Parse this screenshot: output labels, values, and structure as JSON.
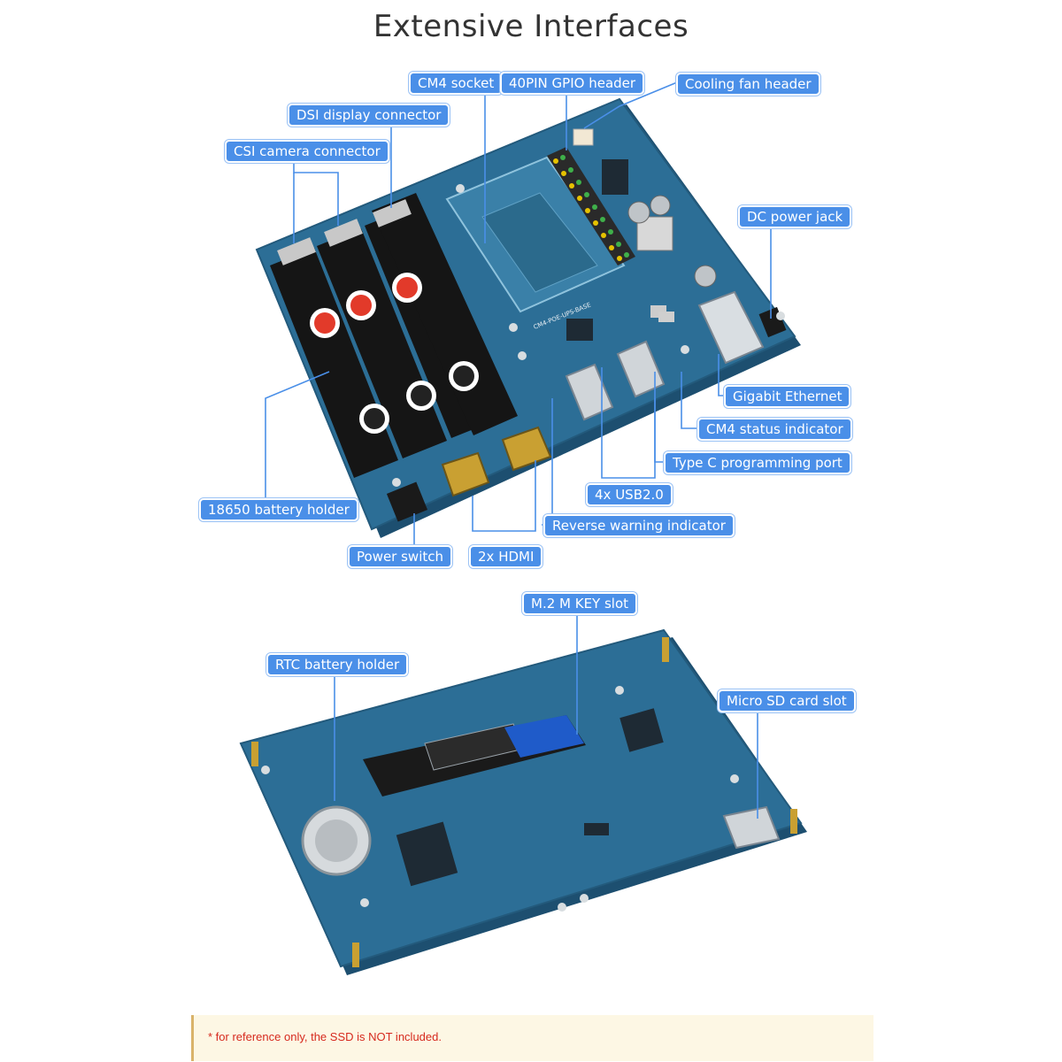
{
  "title": "Extensive Interfaces",
  "board_texts": {
    "silkscreen": "CM4-POE-UPS-BASE"
  },
  "top_labels": {
    "cm4_socket": "CM4 socket",
    "gpio_header": "40PIN GPIO header",
    "cooling_fan_header": "Cooling fan header",
    "dsi_display": "DSI display connector",
    "csi_camera": "CSI camera connector",
    "dc_power_jack": "DC power jack",
    "gigabit_ethernet": "Gigabit Ethernet",
    "cm4_status_indicator": "CM4 status indicator",
    "type_c_programming": "Type C programming port",
    "usb": "4x USB2.0",
    "reverse_warning": "Reverse warning indicator",
    "battery_holder": "18650 battery holder",
    "power_switch": "Power switch",
    "hdmi": "2x HDMI"
  },
  "bottom_labels": {
    "m2_slot": "M.2 M KEY slot",
    "rtc_battery": "RTC battery holder",
    "micro_sd": "Micro SD card slot"
  },
  "note": "* for reference only, the SSD is NOT included.",
  "colors": {
    "label_bg": "#4a8fe8",
    "board": "#2c6e96",
    "board_dark": "#1d4f70",
    "note_text": "#d62a1e",
    "note_bg": "#fdf7e4"
  }
}
